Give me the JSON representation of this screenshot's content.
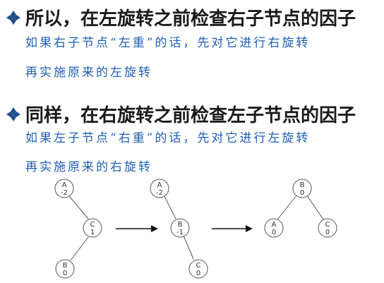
{
  "colors": {
    "heading": "#1a1a1a",
    "subtext": "#1f5fb4",
    "bullet": "#1f4e8c"
  },
  "bullet_icon": "diamond-bullet-icon",
  "section1": {
    "heading": "所以，在左旋转之前检查右子节点的因子",
    "line1": "如果右子节点“左重”的话，先对它进行右旋转",
    "line2": "再实施原来的左旋转"
  },
  "section2": {
    "heading": "同样，在右旋转之前检查左子节点的因子",
    "line1": "如果左子节点“右重”的话，先对它进行左旋转",
    "line2": "再实施原来的右旋转"
  },
  "diagram": {
    "tree1": {
      "A": {
        "name": "A",
        "factor": "-2"
      },
      "C": {
        "name": "C",
        "factor": "1"
      },
      "B": {
        "name": "B",
        "factor": "0"
      }
    },
    "tree2": {
      "A": {
        "name": "A",
        "factor": "-2"
      },
      "B": {
        "name": "B",
        "factor": "-1"
      },
      "C": {
        "name": "C",
        "factor": "0"
      }
    },
    "tree3": {
      "B": {
        "name": "B",
        "factor": "0"
      },
      "A": {
        "name": "A",
        "factor": "0"
      },
      "C": {
        "name": "C",
        "factor": "0"
      }
    }
  }
}
